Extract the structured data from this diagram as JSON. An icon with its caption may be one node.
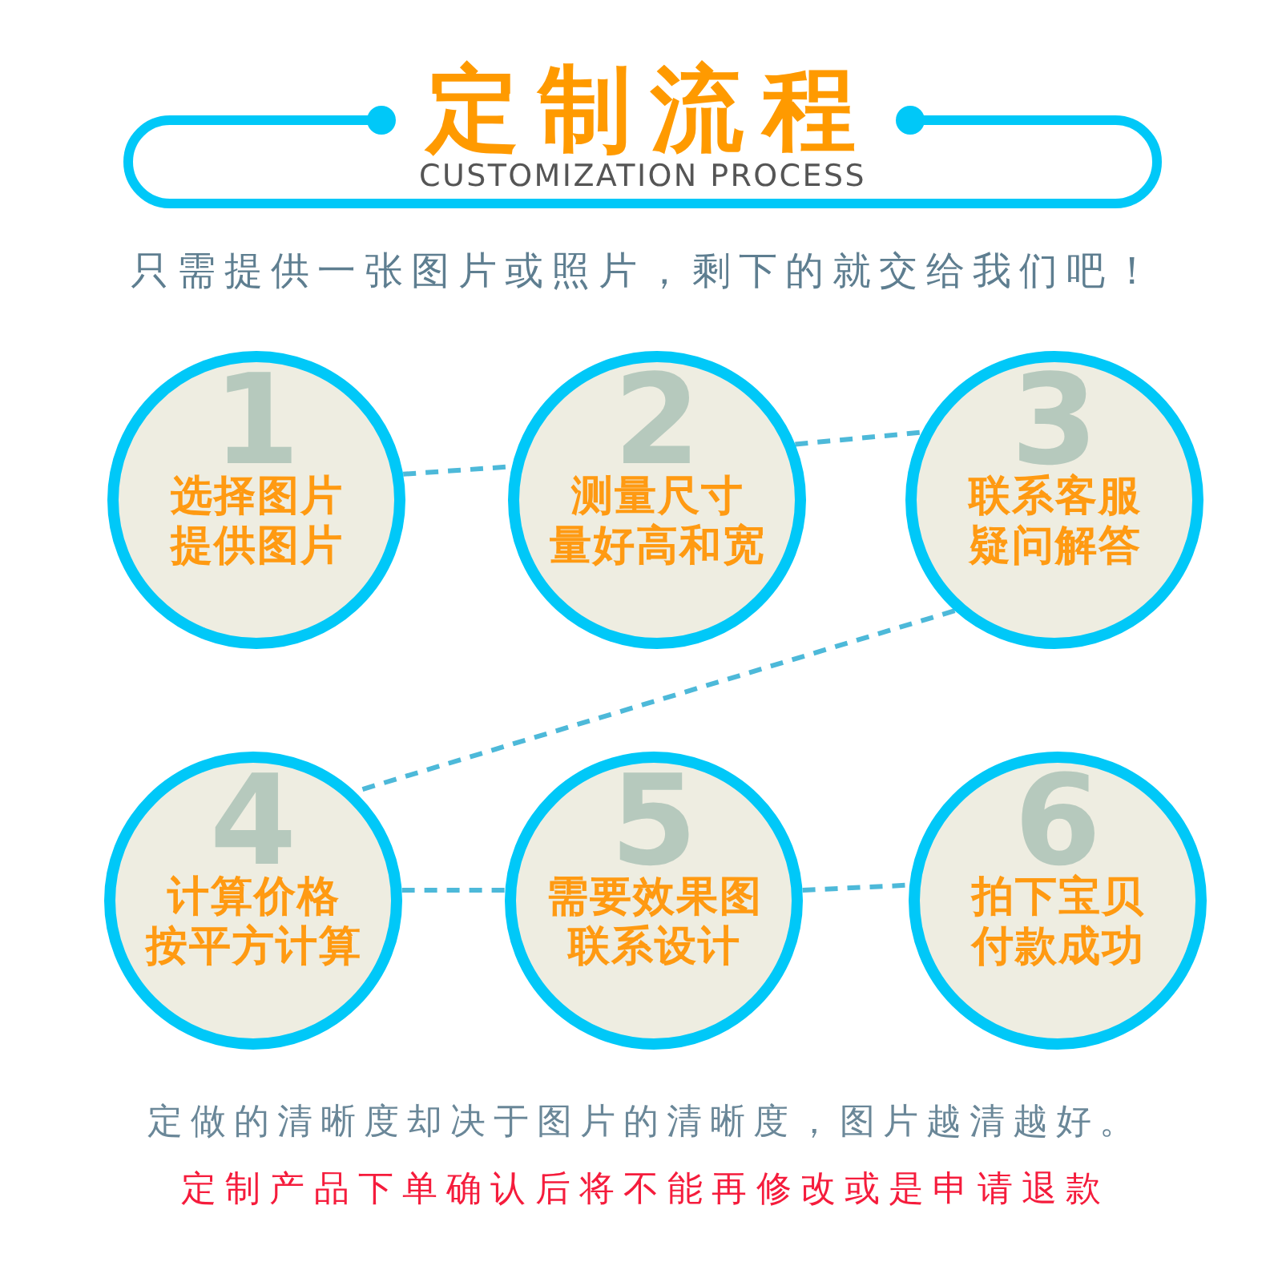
{
  "diagram": {
    "title": "定制流程",
    "nodes": [
      {
        "text": [
          "CUSTOMIZATION PROCESS"
        ]
      },
      {
        "text": [
          "1",
          "选择图片",
          "提供图片"
        ]
      },
      {
        "text": [
          "2",
          "测量尺寸",
          "量好高和宽"
        ]
      },
      {
        "text": [
          "3",
          "联系客服",
          "疑问解答"
        ]
      },
      {
        "text": [
          "4",
          "计算价格",
          "按平方计算"
        ]
      },
      {
        "text": [
          "5",
          "需要效果图",
          "联系设计"
        ]
      },
      {
        "text": [
          "6",
          "拍下宝贝",
          "付款成功"
        ]
      }
    ],
    "edges": [
      {
        "from": 1,
        "to": 2,
        "arrow": "none",
        "style": "dashed"
      },
      {
        "from": 2,
        "to": 3,
        "arrow": "none",
        "style": "dashed"
      },
      {
        "from": 3,
        "to": 4,
        "arrow": "none",
        "style": "dashed"
      },
      {
        "from": 4,
        "to": 5,
        "arrow": "none",
        "style": "dashed"
      },
      {
        "from": 5,
        "to": 6,
        "arrow": "none",
        "style": "dashed"
      }
    ],
    "labels": [
      "只需提供一张图片或照片，剩下的就交给我们吧！",
      "定做的清晰度却决于图片的清晰度，图片越清越好。",
      "定制产品下单确认后将不能再修改或是申请退款"
    ]
  }
}
